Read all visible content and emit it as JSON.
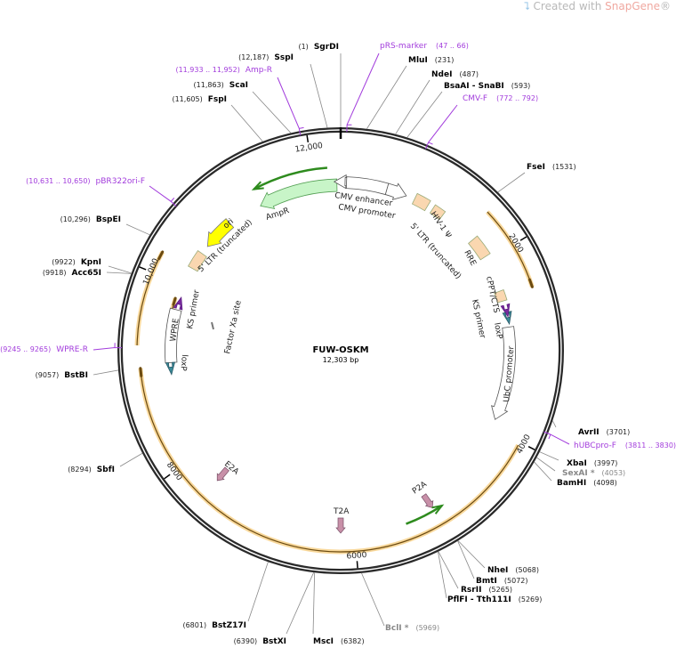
{
  "watermark": {
    "prefix": "Created with ",
    "brand": "SnapGene",
    "suffix": "®"
  },
  "plasmid": {
    "name": "FUW-OSKM",
    "length": "12,303 bp"
  },
  "colors": {
    "backbone": "#222222",
    "primer": "#a23cdc",
    "orf": "#f0b040",
    "ampr": "#c8f0c8",
    "ori": "#ffff00",
    "beige": "#fad7b0"
  },
  "enzymes": [
    {
      "name": "SgrDI",
      "pos": "(1)",
      "site": 1
    },
    {
      "name": "SspI",
      "pos": "(12,187)",
      "site": 12187
    },
    {
      "name": "ScaI",
      "pos": "(11,863)",
      "site": 11863
    },
    {
      "name": "FspI",
      "pos": "(11,605)",
      "site": 11605
    },
    {
      "name": "MluI",
      "pos": "(231)",
      "site": 231
    },
    {
      "name": "NdeI",
      "pos": "(487)",
      "site": 487
    },
    {
      "name": "BsaAI  - SnaBI",
      "pos": "(593)",
      "site": 593
    },
    {
      "name": "FseI",
      "pos": "(1531)",
      "site": 1531
    },
    {
      "name": "AvrII",
      "pos": "(3701)",
      "site": 3701
    },
    {
      "name": "XbaI",
      "pos": "(3997)",
      "site": 3997
    },
    {
      "name": "SexAI *",
      "pos": "(4053)",
      "site": 4053,
      "methylation_sensitive": true
    },
    {
      "name": "BamHI",
      "pos": "(4098)",
      "site": 4098
    },
    {
      "name": "NheI",
      "pos": "(5068)",
      "site": 5068
    },
    {
      "name": "BmtI",
      "pos": "(5072)",
      "site": 5072
    },
    {
      "name": "RsrII",
      "pos": "(5265)",
      "site": 5265
    },
    {
      "name": "PflFI  - Tth111I",
      "pos": "(5269)",
      "site": 5269
    },
    {
      "name": "BclI *",
      "pos": "(5969)",
      "site": 5969,
      "methylation_sensitive": true
    },
    {
      "name": "MscI",
      "pos": "(6382)",
      "site": 6382
    },
    {
      "name": "BstXI",
      "pos": "(6390)",
      "site": 6390
    },
    {
      "name": "BstZ17I",
      "pos": "(6801)",
      "site": 6801
    },
    {
      "name": "SbfI",
      "pos": "(8294)",
      "site": 8294
    },
    {
      "name": "BstBI",
      "pos": "(9057)",
      "site": 9057
    },
    {
      "name": "Acc65I",
      "pos": "(9918)",
      "site": 9918
    },
    {
      "name": "KpnI",
      "pos": "(9922)",
      "site": 9922
    },
    {
      "name": "BspEI",
      "pos": "(10,296)",
      "site": 10296
    }
  ],
  "primers": [
    {
      "name": "pRS-marker",
      "range": "(47 .. 66)",
      "site": 56
    },
    {
      "name": "CMV-F",
      "range": "(772 .. 792)",
      "site": 782
    },
    {
      "name": "hUBCpro-F",
      "range": "(3811 .. 3830)",
      "site": 3820
    },
    {
      "name": "Amp-R",
      "range": "(11,933 .. 11,952)",
      "site": 11942
    },
    {
      "name": "pBR322ori-F",
      "range": "(10,631 .. 10,650)",
      "site": 10640
    },
    {
      "name": "WPRE-R",
      "range": "(9245 .. 9265)",
      "site": 9255
    }
  ],
  "features": {
    "cmv_enhancer": "CMV enhancer",
    "cmv_promoter": "CMV promoter",
    "hiv_psi": "HIV-1 Ψ",
    "ltr5_right": "5' LTR (truncated)",
    "rre": "RRE",
    "cppt": "cPPT/CTS",
    "ks_primer_right": "KS primer",
    "loxp_right": "loxP",
    "ubc_promoter": "UbC promoter",
    "p2a": "P2A",
    "t2a": "T2A",
    "e2a": "E2A",
    "wpre": "WPRE",
    "ks_primer_left": "KS primer",
    "loxp_left": "loxP",
    "factor_xa": "Factor Xa site",
    "ltr5_left": "5' LTR (truncated)",
    "ori": "ori",
    "ampr": "AmpR"
  },
  "ticks": [
    {
      "label": "2000",
      "site": 2000
    },
    {
      "label": "4000",
      "site": 4000
    },
    {
      "label": "6000",
      "site": 6000
    },
    {
      "label": "8000",
      "site": 8000
    },
    {
      "label": "10,000",
      "site": 10000
    },
    {
      "label": "12,000",
      "site": 12000
    }
  ]
}
